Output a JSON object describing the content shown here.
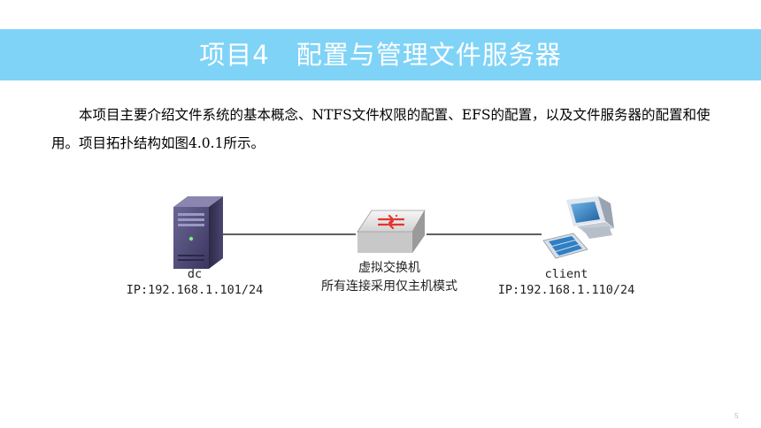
{
  "slide": {
    "title": "项目4　配置与管理文件服务器",
    "intro": "本项目主要介绍文件系统的基本概念、NTFS文件权限的配置、EFS的配置，以及文件服务器的配置和使用。项目拓扑结构如图4.0.1所示。",
    "page_number": "5"
  },
  "topology": {
    "server": {
      "icon": "server-tower-icon",
      "name": "dc",
      "ip": "IP:192.168.1.101/24"
    },
    "switch": {
      "icon": "network-switch-icon",
      "name": "虚拟交换机",
      "note": "所有连接采用仅主机模式"
    },
    "client": {
      "icon": "desktop-computer-icon",
      "name": "client",
      "ip": "IP:192.168.1.110/24"
    }
  },
  "colors": {
    "title_bar": "#7fd3f7",
    "title_text": "#ffffff",
    "server_body": "#4a4670",
    "switch_arrows": "#e5322d",
    "client_screen": "#2f7fc6"
  }
}
